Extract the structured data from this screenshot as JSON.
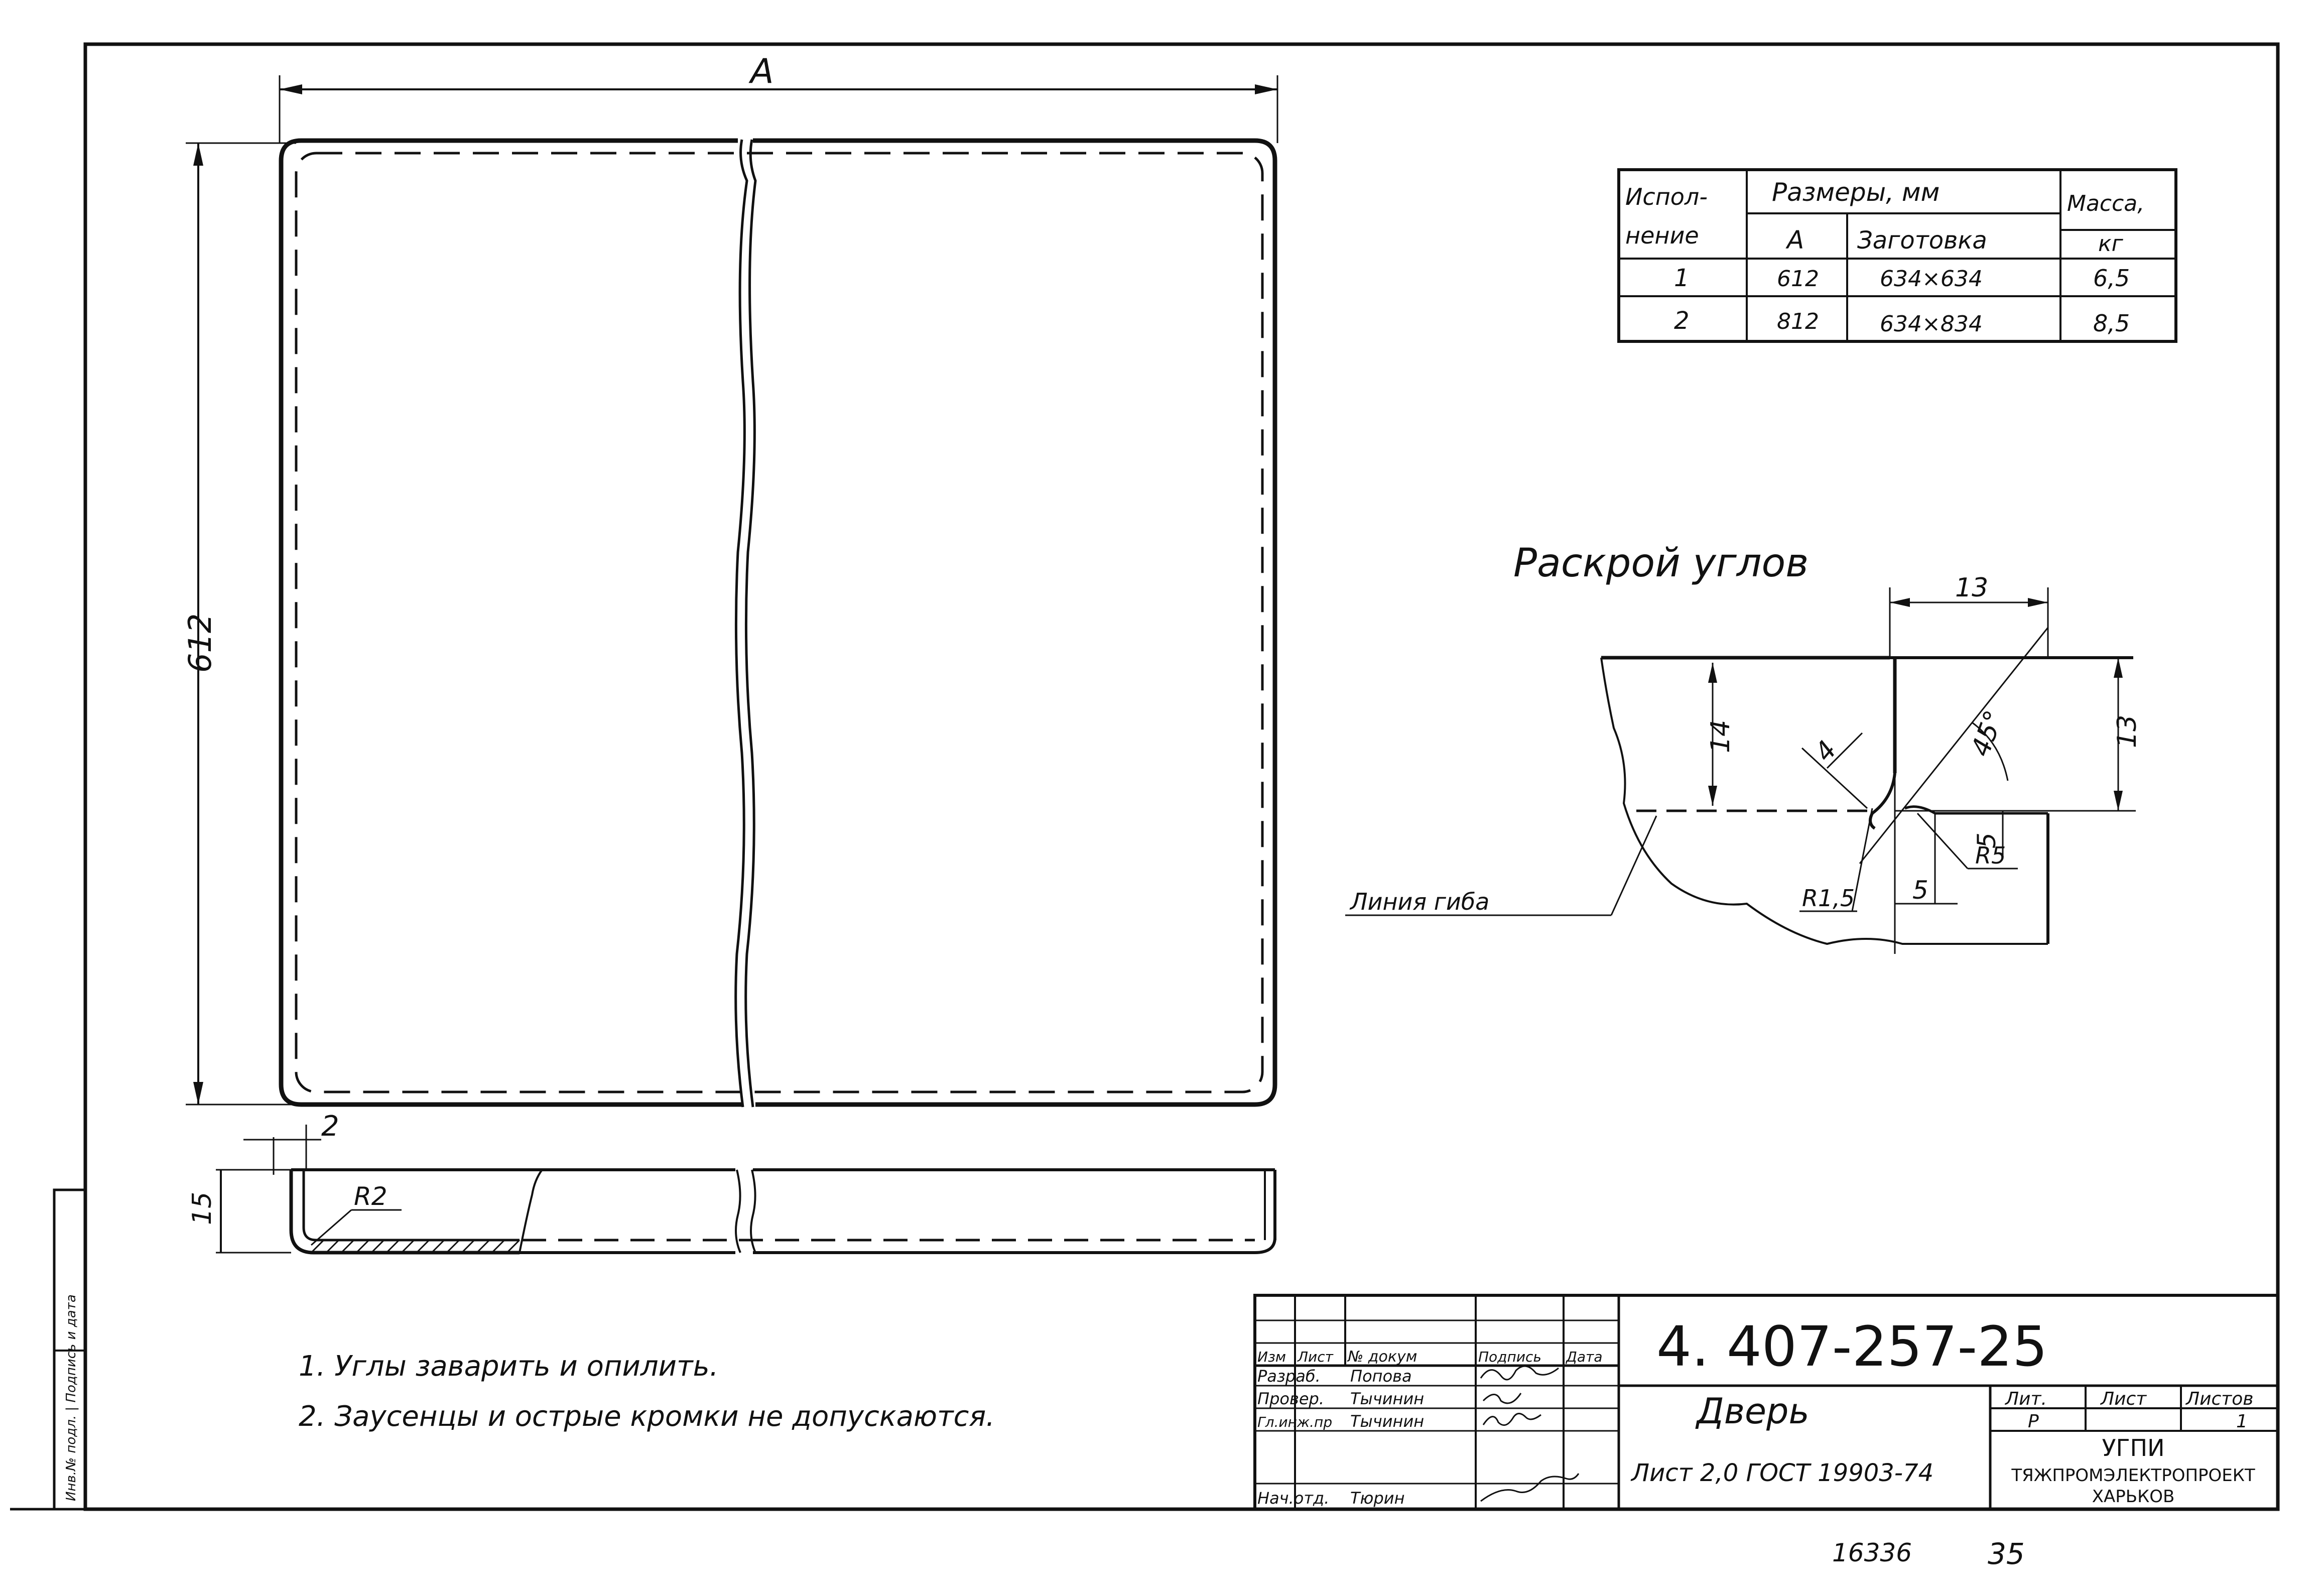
{
  "overall_dimension": "A",
  "height_dimension": "612",
  "section": {
    "thickness": "2",
    "radius": "R2",
    "flange_height": "15"
  },
  "table": {
    "headers": {
      "variant_line1": "Испол-",
      "variant_line2": "нение",
      "sizes": "Размеры, мм",
      "col_a": "А",
      "col_blank": "Заготовка",
      "mass_line1": "Масса,",
      "mass_line2": "кг"
    },
    "rows": [
      {
        "variant": "1",
        "a": "612",
        "blank": "634×634",
        "mass": "6,5"
      },
      {
        "variant": "2",
        "a": "812",
        "blank": "634×834",
        "mass": "8,5"
      }
    ]
  },
  "corner_cut": {
    "title": "Раскрой углов",
    "dim_top": "13",
    "dim_right": "13",
    "dim_left": "14",
    "dim_4": "4",
    "angle": "45°",
    "dim_5_vertical": "5",
    "dim_5_bottom": "5",
    "radius_small": "R1,5",
    "radius_large": "R5",
    "bend_line_label": "Линия гиба"
  },
  "notes": [
    "1. Углы заварить и опилить.",
    "2. Заусенцы и острые кромки не допускаются."
  ],
  "title_block": {
    "doc_number": "4. 407-257-25",
    "item_name": "Дверь",
    "material": "Лист 2,0 ГОСТ 19903-74",
    "col_headers": [
      "Изм",
      "Лист",
      "№ докум",
      "Подпись",
      "Дата"
    ],
    "people": [
      {
        "role": "Разраб.",
        "name": "Попова"
      },
      {
        "role": "Провер.",
        "name": "Тычинин"
      },
      {
        "role": "Гл.инж.пр",
        "name": "Тычинин"
      },
      {
        "role": "Нач.отд.",
        "name": "Тюрин"
      }
    ],
    "lit_header": "Лит.",
    "sheet_header": "Лист",
    "sheets_header": "Листов",
    "lit_value": "Р",
    "sheets_value": "1",
    "org_line1": "УГПИ",
    "org_line2": "ТЯЖПРОМЭЛЕКТРОПРОЕКТ",
    "org_line3": "ХАРЬКОВ"
  },
  "side_stamp": "Инв.№ подл. | Подпись и дата",
  "footer": {
    "left": "16336",
    "right": "35"
  }
}
